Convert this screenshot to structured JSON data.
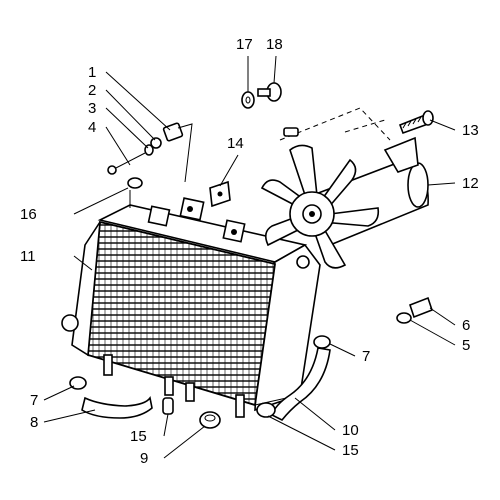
{
  "callouts": {
    "c1": "1",
    "c2": "2",
    "c3": "3",
    "c4": "4",
    "c5": "5",
    "c6": "6",
    "c7a": "7",
    "c7b": "7",
    "c8": "8",
    "c9": "9",
    "c10": "10",
    "c11": "11",
    "c12": "12",
    "c13": "13",
    "c14": "14",
    "c15a": "15",
    "c15b": "15",
    "c16": "16",
    "c17": "17",
    "c18": "18"
  }
}
